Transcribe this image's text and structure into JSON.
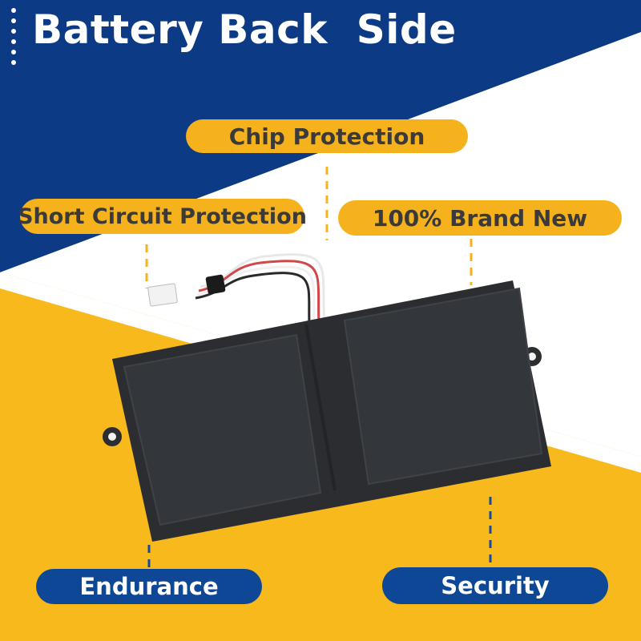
{
  "header": {
    "title": "Battery Back  Side"
  },
  "features": {
    "chip_protection": "Chip Protection",
    "short_circuit_protection": "Short Circuit Protection",
    "brand_new": "100% Brand New",
    "endurance": "Endurance",
    "security": "Security"
  },
  "colors": {
    "navy": "#0d3a85",
    "orange": "#f5b21c",
    "pill_blue": "#0d4796",
    "battery": "#2b2d30"
  }
}
